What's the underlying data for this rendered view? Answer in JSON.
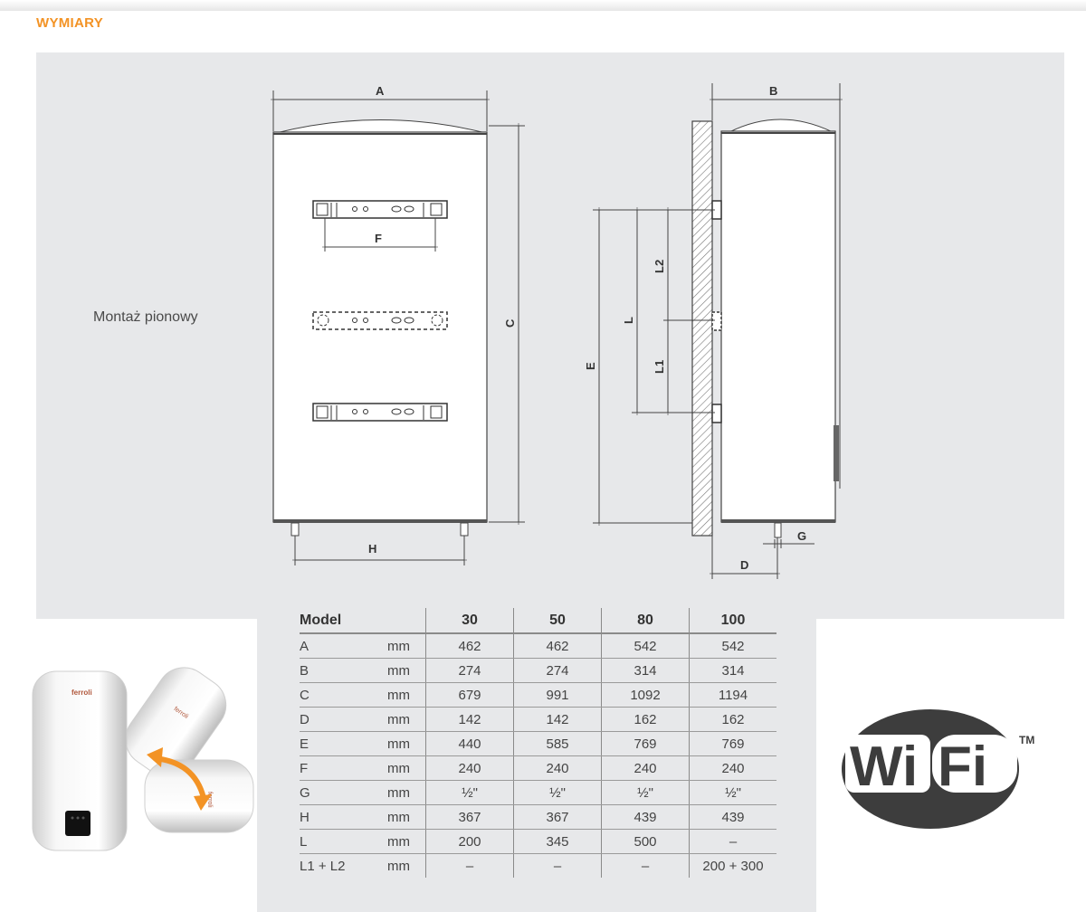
{
  "section_title": "WYMIARY",
  "caption": "Montaż pionowy",
  "dimension_labels": {
    "A": "A",
    "B": "B",
    "C": "C",
    "D": "D",
    "E": "E",
    "F": "F",
    "G": "G",
    "H": "H",
    "L": "L",
    "L1": "L1",
    "L2": "L2"
  },
  "table": {
    "header_label": "Model",
    "models": [
      "30",
      "50",
      "80",
      "100"
    ],
    "rows": [
      {
        "param": "A",
        "unit": "mm",
        "values": [
          "462",
          "462",
          "542",
          "542"
        ]
      },
      {
        "param": "B",
        "unit": "mm",
        "values": [
          "274",
          "274",
          "314",
          "314"
        ]
      },
      {
        "param": "C",
        "unit": "mm",
        "values": [
          "679",
          "991",
          "1092",
          "1194"
        ]
      },
      {
        "param": "D",
        "unit": "mm",
        "values": [
          "142",
          "142",
          "162",
          "162"
        ]
      },
      {
        "param": "E",
        "unit": "mm",
        "values": [
          "440",
          "585",
          "769",
          "769"
        ]
      },
      {
        "param": "F",
        "unit": "mm",
        "values": [
          "240",
          "240",
          "240",
          "240"
        ]
      },
      {
        "param": "G",
        "unit": "mm",
        "values": [
          "½\"",
          "½\"",
          "½\"",
          "½\""
        ]
      },
      {
        "param": "H",
        "unit": "mm",
        "values": [
          "367",
          "367",
          "439",
          "439"
        ]
      },
      {
        "param": "L",
        "unit": "mm",
        "values": [
          "200",
          "345",
          "500",
          "–"
        ]
      },
      {
        "param": "L1 + L2",
        "unit": "mm",
        "values": [
          "–",
          "–",
          "–",
          "200 + 300"
        ]
      }
    ]
  },
  "product_brand": "ferroli",
  "wifi": {
    "left": "Wi",
    "right": "Fi",
    "mark": "TM"
  },
  "colors": {
    "accent": "#f39325",
    "panel": "#e7e8ea",
    "arrow": "#f39325",
    "logo": "#3d3d3d"
  }
}
